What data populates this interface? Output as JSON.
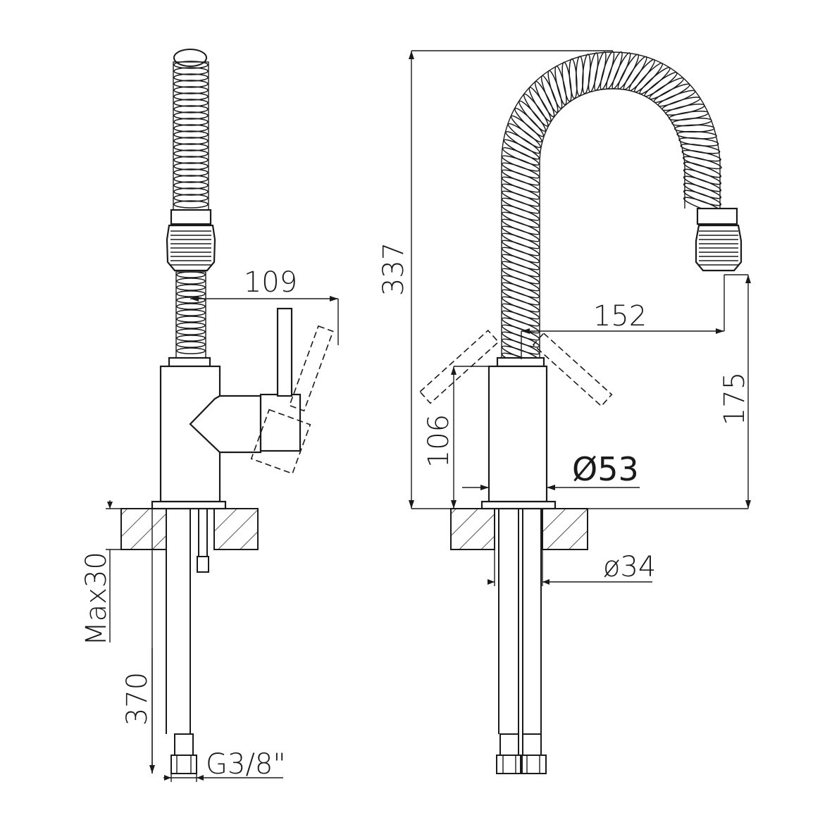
{
  "dimensions": {
    "spout_reach_side": "109",
    "height_total": "337",
    "spout_reach_front": "152",
    "spout_outlet_height": "175",
    "body_height": "106",
    "body_diameter": "Ø53",
    "hole_diameter": "ø34",
    "max_deck_thickness": "Max30",
    "hose_length": "370",
    "connection_thread": "G3/8\""
  },
  "colors": {
    "line": "#1a1a1a",
    "background": "#ffffff"
  }
}
